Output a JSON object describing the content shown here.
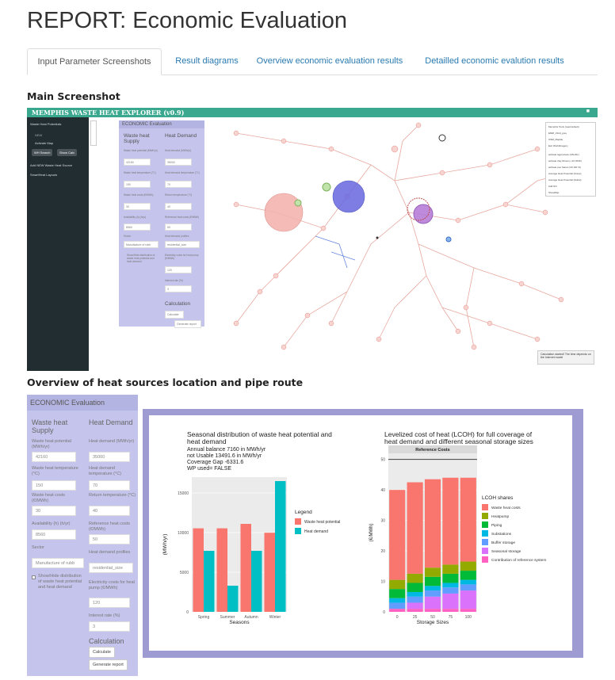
{
  "page_title": "REPORT: Economic Evaluation",
  "tabs": [
    "Input Parameter Screenshots",
    "Result diagrams",
    "Overview economic evaluation results",
    "Detailled economic evalution results"
  ],
  "section_main": "Main Screenshot",
  "section_overview": "Overview of heat sources location and pipe route",
  "app": {
    "title": "MEMPHIS WASTE HEAT EXPLORER (v0.9)",
    "sidebar": [
      "Waste Heat Potentials",
      "NEW",
      "Activate Map",
      "WH Search",
      "Show Calc",
      "Add NEW Waste Heat Source",
      "SmartHeat Layouts"
    ],
    "legend": [
      "Memphis Tools (read default)",
      "EMM_Vfold_grey",
      "OSM_Maptile",
      "Esri WorldImagery",
      "activate legal areas (VALIDL)",
      "activate clay Rnsers (-10 WHK)",
      "activate pes Series (30 100 %)",
      "Average Heat Potential (InApp)",
      "Average Heat Potential (Dubai)",
      "Add NO",
      "ShowMap"
    ],
    "notice": "Calculation started! The time depends on the Internet model"
  },
  "econ": {
    "header": "ECONOMIC Evaluation",
    "col1_title": "Waste heat Supply",
    "col2_title": "Heat Demand",
    "fields_supply": [
      {
        "label": "Waste heat potential (MWh/yr)",
        "value": "42160"
      },
      {
        "label": "Waste heat temperature (°C)",
        "value": "150"
      },
      {
        "label": "Waste heat costs (€/MWh)",
        "value": "30"
      },
      {
        "label": "Availability (h) (h/yr)",
        "value": "8560"
      },
      {
        "label": "Sector",
        "value": "Manufacture of rubb"
      }
    ],
    "fields_demand": [
      {
        "label": "Heat demand (MWh/yr)",
        "value": "35000"
      },
      {
        "label": "Heat demand temperature (°C)",
        "value": "70"
      },
      {
        "label": "Return temperature (°C)",
        "value": "40"
      },
      {
        "label": "Reference heat costs (€/MWh)",
        "value": "50"
      },
      {
        "label": "Heat demand profiles",
        "value": "residential_size"
      },
      {
        "label": "Electricity costs for heat pump (€/MWh)",
        "value": "120"
      },
      {
        "label": "Interest rate (%)",
        "value": "3"
      }
    ],
    "checkbox_label": "Show/Hide distribution of waste heat potential and heat demand",
    "calc_title": "Calculation",
    "calc_button": "Calculate",
    "report_button": "Generate report"
  },
  "chart_data": [
    {
      "type": "bar",
      "title": "Seasonal distribution of waste heat potential and heat demand",
      "subtitle_lines": [
        "Annual balance 7160 in MWh/yr",
        "not Usable 13491.6 in MWh/yr",
        "Coverage Gap -6331.6",
        "WP used= FALSE"
      ],
      "xlabel": "Seasons",
      "ylabel": "(MWh/yr)",
      "categories": [
        "Spring",
        "Summer",
        "Autumn",
        "Winter"
      ],
      "ylim": [
        0,
        17000
      ],
      "yticks": [
        0,
        5000,
        10000,
        15000
      ],
      "legend_title": "Legend",
      "series": [
        {
          "name": "Waste heat potential",
          "color": "#f8766d",
          "values": [
            10540,
            10540,
            11100,
            9980
          ]
        },
        {
          "name": "Heat demand",
          "color": "#00bfc4",
          "values": [
            7700,
            3300,
            7700,
            16500
          ]
        }
      ]
    },
    {
      "type": "bar",
      "title": "Levelized cost of heat (LCOH) for full coverage of heat demand and different seasonal storage sizes",
      "facet_label": "Reference Costs",
      "xlabel": "Storage Sizes",
      "ylabel": "(€/MWh)",
      "categories": [
        "0",
        "25",
        "50",
        "75",
        "100"
      ],
      "ylim": [
        0,
        52
      ],
      "yticks": [
        0,
        10,
        20,
        30,
        40,
        50
      ],
      "reference_line": 50,
      "legend_title": "LCOH shares",
      "series": [
        {
          "name": "Contribution of reference system",
          "color": "#ff61c3",
          "values": [
            1,
            1,
            1,
            1,
            1
          ]
        },
        {
          "name": "Seasonal storage",
          "color": "#db72fb",
          "values": [
            0,
            2,
            4,
            5,
            6
          ]
        },
        {
          "name": "Buffer storage",
          "color": "#619cff",
          "values": [
            2,
            2,
            2,
            2,
            2
          ]
        },
        {
          "name": "Substations",
          "color": "#00b9e3",
          "values": [
            1.5,
            1.5,
            1.5,
            1.5,
            1.5
          ]
        },
        {
          "name": "Piping",
          "color": "#00ba38",
          "values": [
            3,
            3,
            3,
            3,
            3
          ]
        },
        {
          "name": "Heatpump",
          "color": "#93aa00",
          "values": [
            3,
            3,
            3,
            3,
            3
          ]
        },
        {
          "name": "Waste heat costs",
          "color": "#f8766d",
          "values": [
            29.5,
            30,
            29,
            28.5,
            27.5
          ]
        }
      ]
    }
  ]
}
